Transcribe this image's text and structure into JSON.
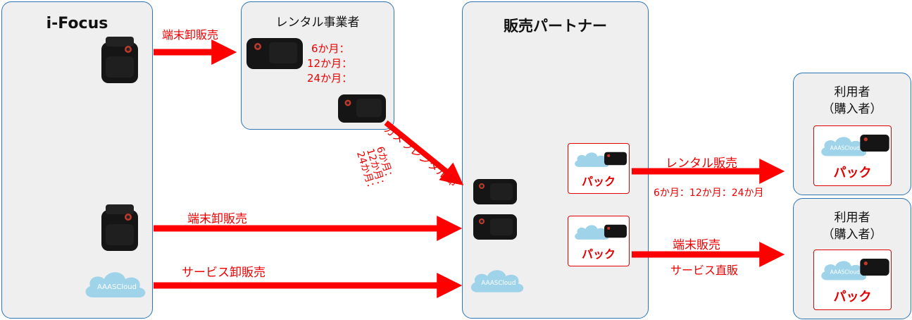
{
  "boxes": {
    "ifocus": "i-Focus",
    "rental_operator": "レンタル事業者",
    "partner": "販売パートナー",
    "user_top_line1": "利用者",
    "user_top_line2": "（購入者）",
    "user_bottom_line1": "利用者",
    "user_bottom_line2": "（購入者）"
  },
  "arrow_labels": {
    "top_wholesale": "端末卸販売",
    "rental_terms": [
      "6か月：",
      "12か月：",
      "24か月："
    ],
    "camera_rental_wholesale": "カメラレンタル卸",
    "diag_terms": [
      "6か月：",
      "12か月：",
      "24か月："
    ],
    "device_wholesale": "端末卸販売",
    "service_wholesale": "サービス卸販売",
    "rental_sales": "レンタル販売",
    "rental_periods": "6か月：12か月：24か月",
    "device_sales": "端末販売",
    "service_direct": "サービス直販"
  },
  "packs": {
    "pack_label": "パック"
  },
  "cloud_text": "AAASCloud",
  "colors": {
    "arrow": "#ff0000",
    "box_border": "#2e75b6",
    "box_fill": "#efefef",
    "cloud": "#9fd3ea",
    "device": "#151515"
  }
}
